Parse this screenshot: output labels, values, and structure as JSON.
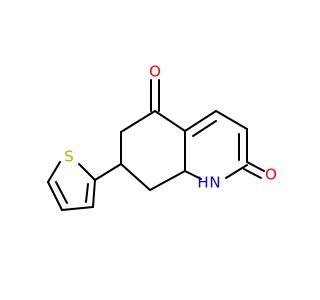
{
  "molecule": {
    "atoms": {
      "o_top": {
        "symbol": "O",
        "color": "#ff0000"
      },
      "o_right": {
        "symbol": "O",
        "color": "#ff0000"
      },
      "nh": {
        "symbol": "H",
        "color": "#0000ff"
      },
      "n": {
        "symbol": "N",
        "color": "#0000ff"
      },
      "s": {
        "symbol": "S",
        "color": "#b2b200"
      }
    },
    "bond_color": "#000000"
  }
}
